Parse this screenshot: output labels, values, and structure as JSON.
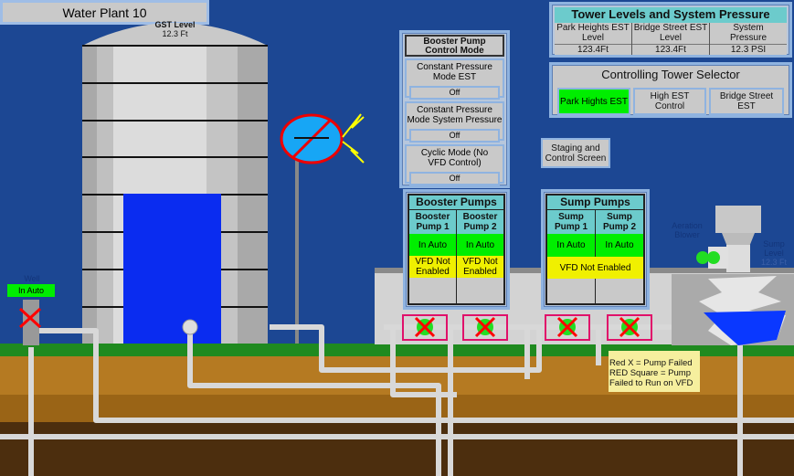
{
  "title": "Water Plant 10",
  "gst": {
    "label": "GST Level",
    "value": "12.3 Ft",
    "fill_percent": 50
  },
  "control_mode": {
    "title": "Booster Pump Control Mode",
    "modes": [
      {
        "label": "Constant Pressure Mode EST",
        "state": "Off"
      },
      {
        "label": "Constant Pressure Mode System Pressure",
        "state": "Off"
      },
      {
        "label": "Cyclic Mode (No VFD Control)",
        "state": "Off"
      }
    ]
  },
  "tower_levels": {
    "title": "Tower Levels and System Pressure",
    "columns": [
      {
        "label": "Park Heights EST Level",
        "value": "123.4Ft"
      },
      {
        "label": "Bridge Street EST Level",
        "value": "123.4Ft"
      },
      {
        "label": "System Pressure",
        "value": "12.3 PSI"
      }
    ]
  },
  "tower_selector": {
    "title": "Controlling Tower Selector",
    "options": [
      {
        "label": "Park Hights EST",
        "active": true
      },
      {
        "label": "High EST Control",
        "active": false
      },
      {
        "label": "Bridge Street EST",
        "active": false
      }
    ]
  },
  "staging_button": "Staging and Control Screen",
  "booster_pumps": {
    "title": "Booster Pumps",
    "pumps": [
      {
        "name": "Booster Pump 1",
        "mode": "In Auto",
        "vfd": "VFD Not Enabled"
      },
      {
        "name": "Booster Pump 2",
        "mode": "In Auto",
        "vfd": "VFD Not Enabled"
      }
    ]
  },
  "sump_pumps": {
    "title": "Sump Pumps",
    "pumps": [
      {
        "name": "Sump Pump 1",
        "mode": "In Auto"
      },
      {
        "name": "Sump Pump 2",
        "mode": "In Auto"
      }
    ],
    "vfd": "VFD Not Enabled"
  },
  "well": {
    "label": "Well",
    "status": "In Auto"
  },
  "aeration_blower": {
    "label": "Aeration Blower"
  },
  "sump_level": {
    "label": "Sump Level",
    "value": "12.3 Ft"
  },
  "legend": {
    "line1": "Red X = Pump Failed",
    "line2": "RED Square = Pump Failed to Run on VFD"
  },
  "colors": {
    "background": "#1c4793",
    "ok": "#00ee00",
    "warn": "#f0f000",
    "fault": "#ff1a1a",
    "header": "#6ccbcc"
  }
}
